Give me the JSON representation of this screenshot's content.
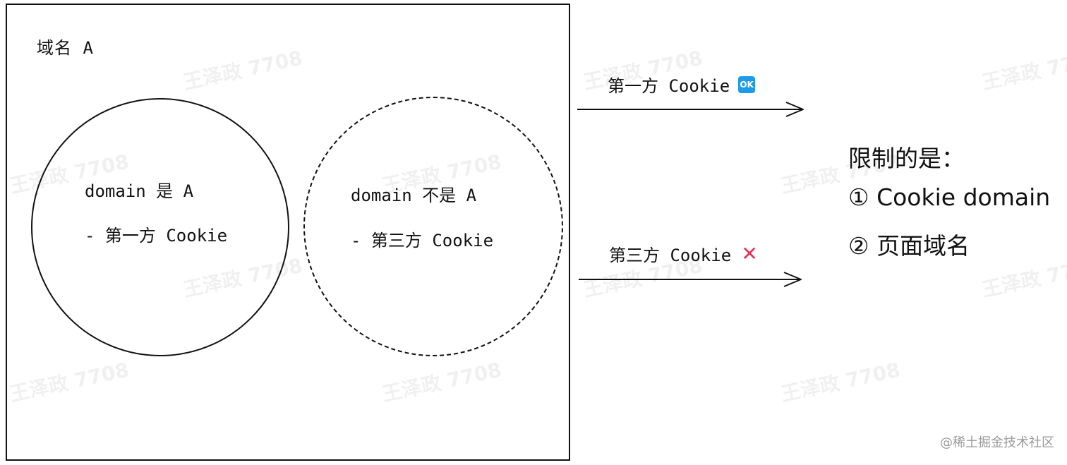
{
  "box": {
    "label": "域名 A"
  },
  "first_party_circle": {
    "line1": "domain 是 A",
    "line2": "- 第一方 Cookie"
  },
  "third_party_circle": {
    "line1": "domain 不是 A",
    "line2": "- 第三方 Cookie"
  },
  "arrows": {
    "first": {
      "label": "第一方 Cookie",
      "badge": "OK",
      "badge_color": "#1e9be8"
    },
    "third": {
      "label": "第三方 Cookie",
      "mark": "✕",
      "mark_color": "#e5335b"
    }
  },
  "restriction": {
    "title": "限制的是：",
    "items": [
      "① Cookie domain",
      "② 页面域名"
    ]
  },
  "watermark": {
    "text": "王泽政 7708"
  },
  "credit": {
    "text": "@稀土掘金技术社区"
  }
}
